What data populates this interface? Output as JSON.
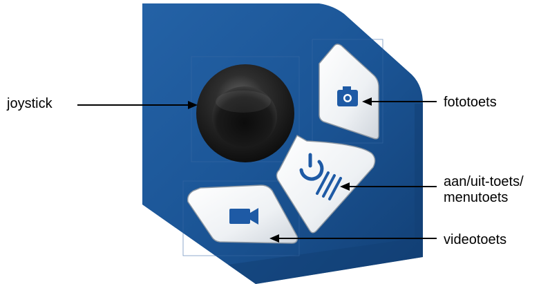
{
  "labels": {
    "joystick": "joystick",
    "photo_key": "fototoets",
    "power_menu_line1": "aan/uit-toets/",
    "power_menu_line2": "menutoets",
    "video_key": "videotoets"
  },
  "colors": {
    "panel_blue": "#1b5596",
    "panel_blue_dark": "#144a85",
    "key_face": "#eef1f4",
    "key_edge": "#9aa3ad",
    "key_icon": "#1e5aa5",
    "joystick_dark": "#141414",
    "leader_line": "#000000"
  },
  "icons": {
    "photo_key": "camera-icon",
    "power_key": "power-menu-icon",
    "video_key": "video-camera-icon"
  }
}
